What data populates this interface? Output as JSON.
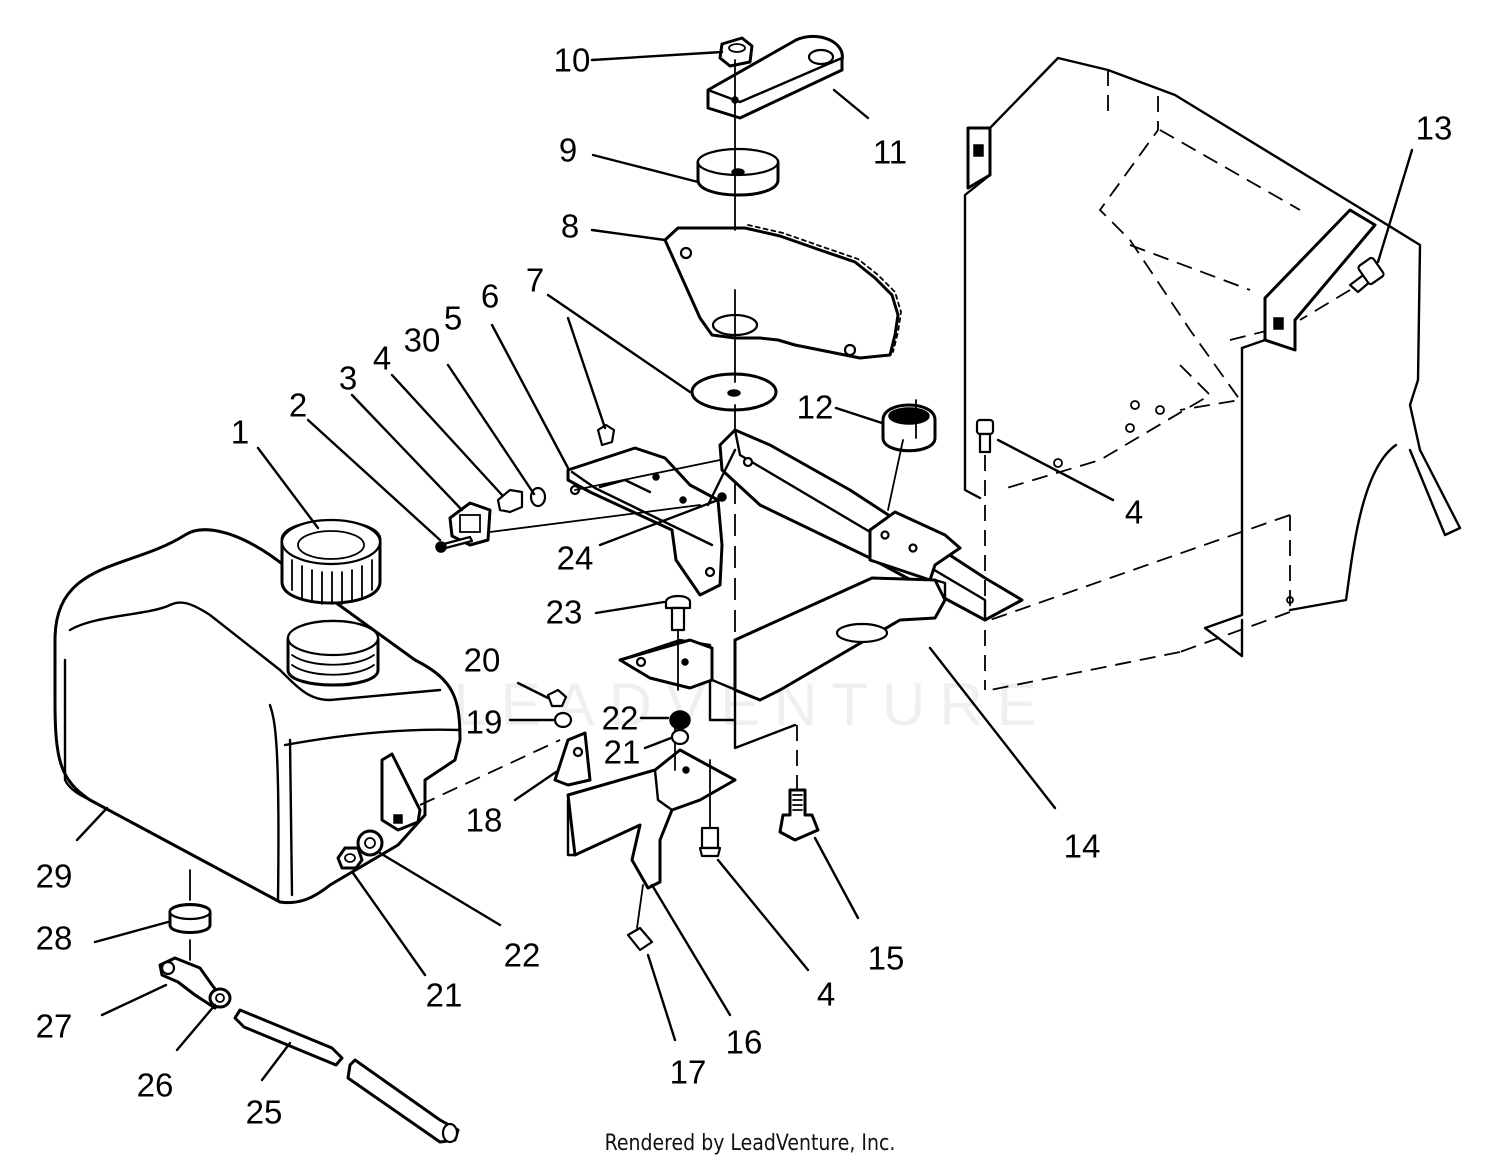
{
  "callouts": [
    {
      "id": "c1",
      "label": "1"
    },
    {
      "id": "c2",
      "label": "2"
    },
    {
      "id": "c3",
      "label": "3"
    },
    {
      "id": "c4a",
      "label": "4"
    },
    {
      "id": "c5",
      "label": "5"
    },
    {
      "id": "c30",
      "label": "30"
    },
    {
      "id": "c6",
      "label": "6"
    },
    {
      "id": "c7",
      "label": "7"
    },
    {
      "id": "c8",
      "label": "8"
    },
    {
      "id": "c9",
      "label": "9"
    },
    {
      "id": "c10",
      "label": "10"
    },
    {
      "id": "c11",
      "label": "11"
    },
    {
      "id": "c12",
      "label": "12"
    },
    {
      "id": "c13",
      "label": "13"
    },
    {
      "id": "c4b",
      "label": "4"
    },
    {
      "id": "c24",
      "label": "24"
    },
    {
      "id": "c23",
      "label": "23"
    },
    {
      "id": "c20",
      "label": "20"
    },
    {
      "id": "c19",
      "label": "19"
    },
    {
      "id": "c22a",
      "label": "22"
    },
    {
      "id": "c21a",
      "label": "21"
    },
    {
      "id": "c18",
      "label": "18"
    },
    {
      "id": "c14",
      "label": "14"
    },
    {
      "id": "c29",
      "label": "29"
    },
    {
      "id": "c28",
      "label": "28"
    },
    {
      "id": "c27",
      "label": "27"
    },
    {
      "id": "c26",
      "label": "26"
    },
    {
      "id": "c25",
      "label": "25"
    },
    {
      "id": "c21b",
      "label": "21"
    },
    {
      "id": "c22b",
      "label": "22"
    },
    {
      "id": "c17",
      "label": "17"
    },
    {
      "id": "c16",
      "label": "16"
    },
    {
      "id": "c4c",
      "label": "4"
    },
    {
      "id": "c15",
      "label": "15"
    }
  ],
  "watermark": "LEADVENTURE",
  "footer": "Rendered by LeadVenture, Inc."
}
